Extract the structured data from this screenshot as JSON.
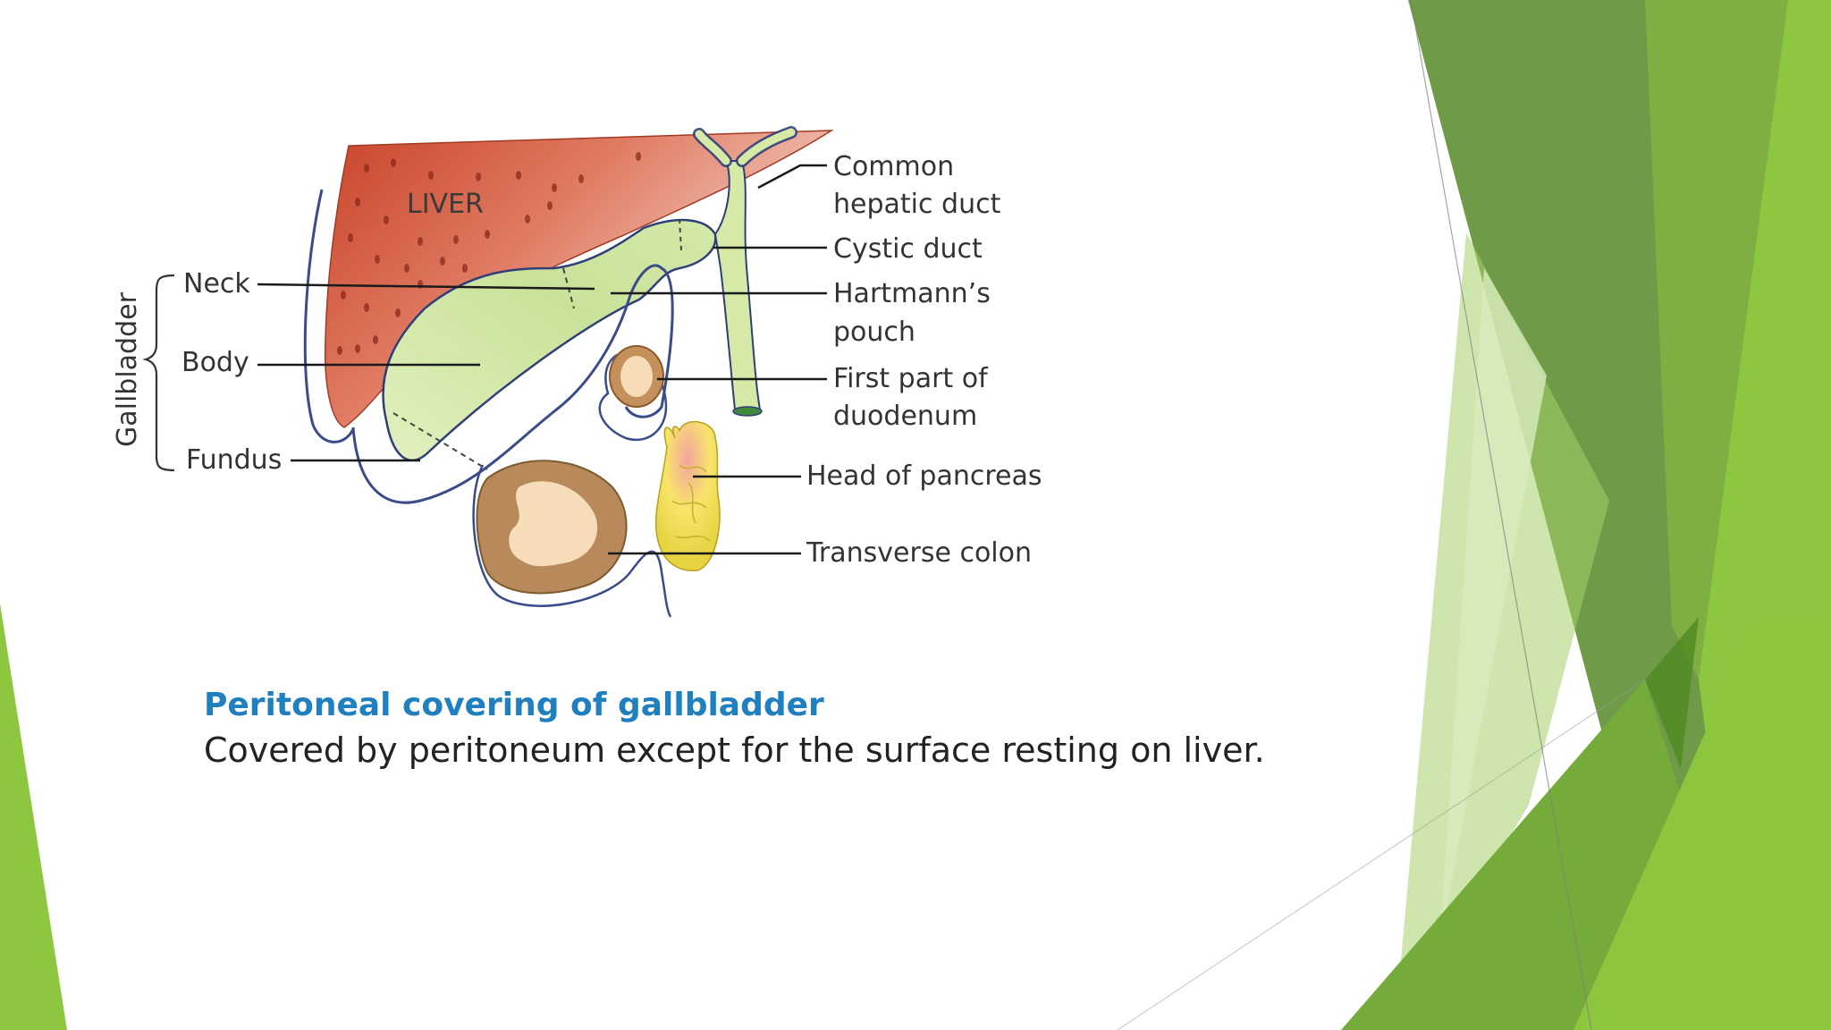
{
  "diagram": {
    "liver_label": "LIVER",
    "bracket_label": "Gallbladder",
    "left_labels": {
      "neck": "Neck",
      "body": "Body",
      "fundus": "Fundus"
    },
    "right_labels": {
      "common_hepatic_duct": [
        "Common",
        "hepatic duct"
      ],
      "cystic_duct": "Cystic duct",
      "hartmanns_pouch": [
        "Hartmann’s",
        "pouch"
      ],
      "first_part_duodenum": [
        "First part of",
        "duodenum"
      ],
      "head_of_pancreas": "Head of pancreas",
      "transverse_colon": "Transverse colon"
    }
  },
  "caption": {
    "title": "Peritoneal covering of gallbladder",
    "body": "Covered by peritoneum except for the surface resting on liver."
  },
  "theme": {
    "accent_dark": "#6b9a45",
    "accent_light": "#8dc63f",
    "title_color": "#1f7fbf",
    "liver_color": "#d35a40",
    "gallbladder_color": "#d8eab0"
  }
}
